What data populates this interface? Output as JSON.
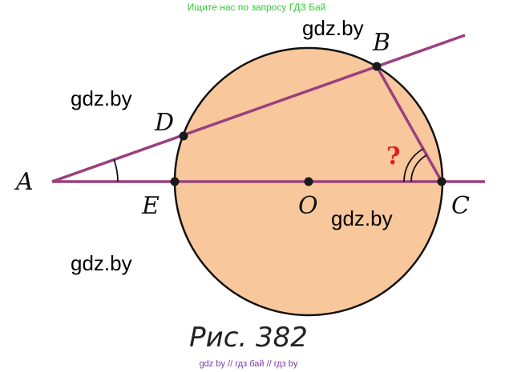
{
  "header": {
    "text": "Ищите нас по запросу ГДЗ Бай"
  },
  "watermarks": [
    "gdz.by",
    "gdz.by",
    "gdz.by",
    "gdz.by"
  ],
  "labels": {
    "A": "A",
    "B": "B",
    "C": "C",
    "D": "D",
    "E": "E",
    "O": "O"
  },
  "question_mark": "?",
  "caption": "Рис. 382",
  "footer": "gdz by  //  гдз бай  //  гдз by",
  "colors": {
    "circle_fill": "#f8c89c",
    "circle_stroke": "#111111",
    "line": "#9b3f7e",
    "point": "#1a1a1a",
    "angle_arc": "#111111"
  }
}
